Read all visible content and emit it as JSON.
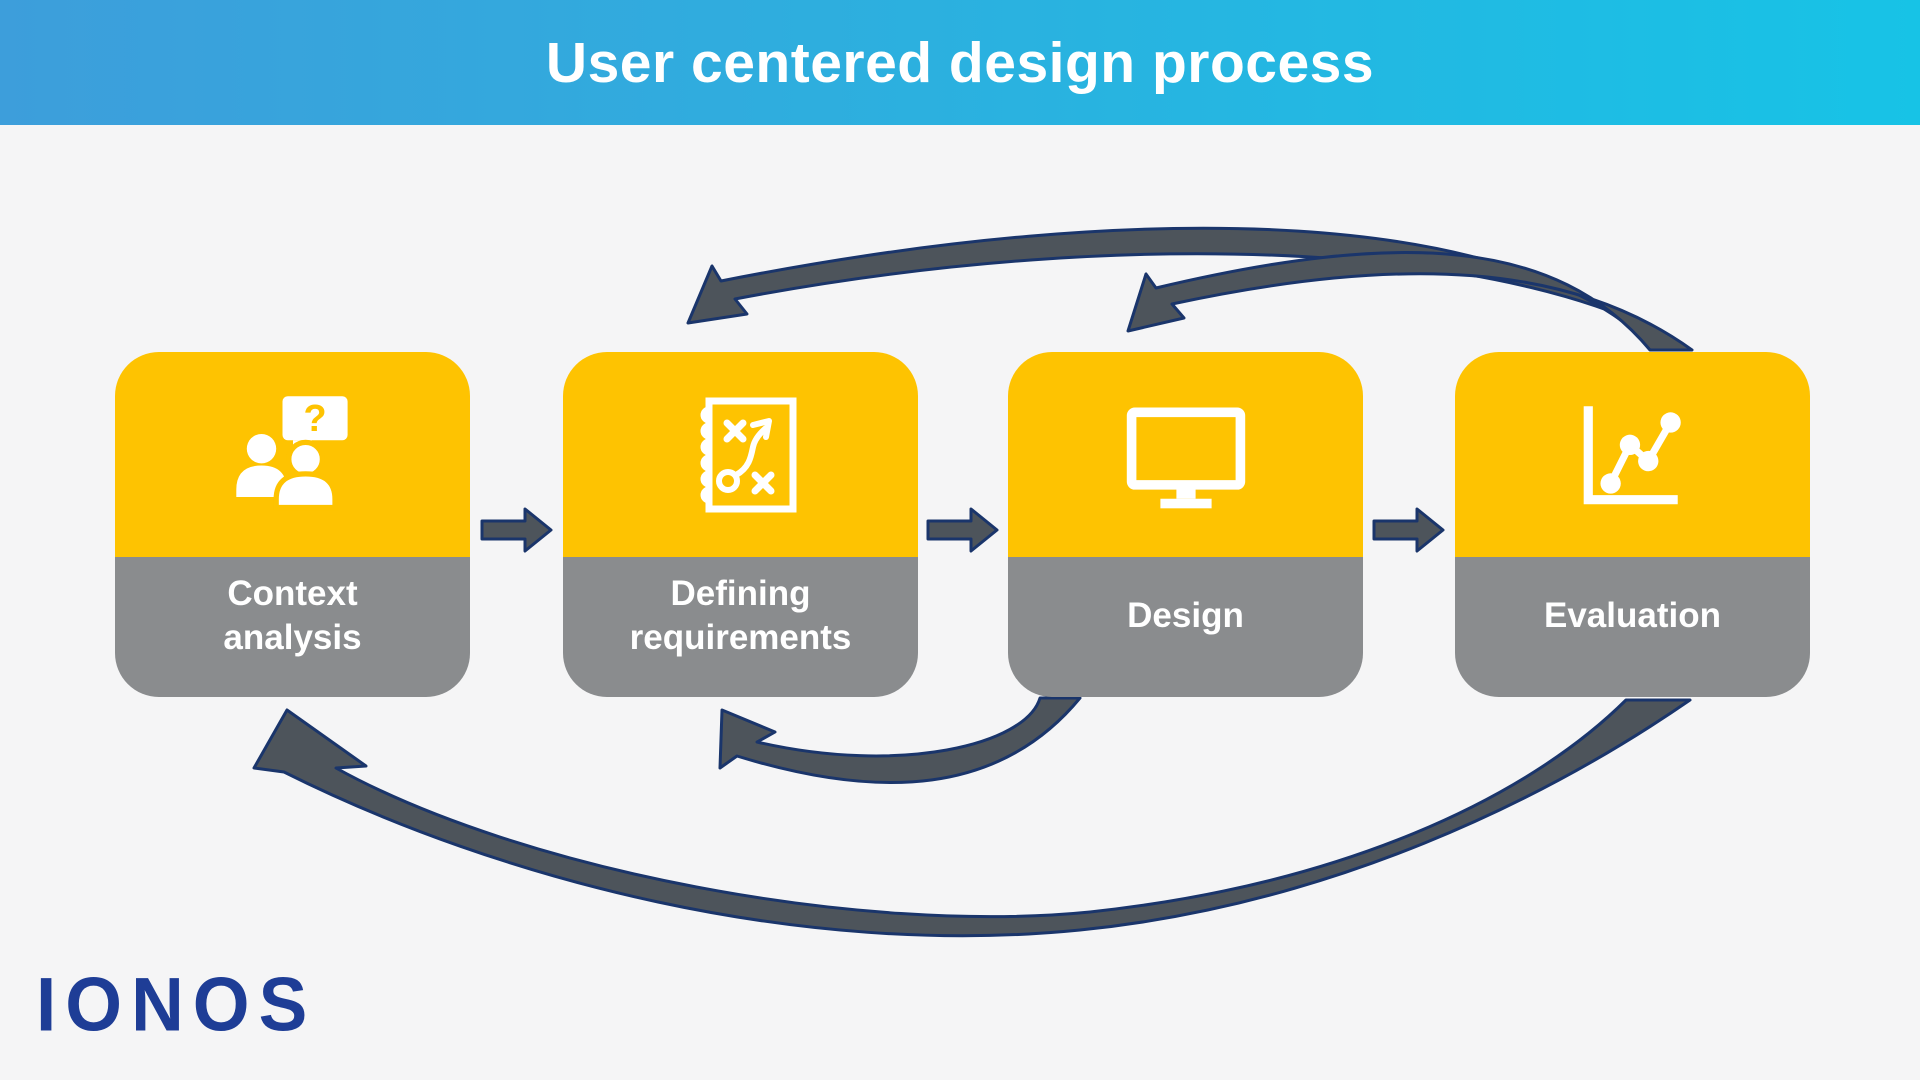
{
  "title": "User centered design process",
  "stages": [
    {
      "label_lines": [
        "Context",
        "analysis"
      ],
      "icon": "people-question-icon"
    },
    {
      "label_lines": [
        "Defining",
        "requirements"
      ],
      "icon": "strategy-notebook-icon"
    },
    {
      "label_lines": [
        "Design"
      ],
      "icon": "monitor-icon"
    },
    {
      "label_lines": [
        "Evaluation"
      ],
      "icon": "line-chart-icon"
    }
  ],
  "icons": {
    "question_mark": "?"
  },
  "connections": {
    "forward": [
      "Context analysis → Defining requirements",
      "Defining requirements → Design",
      "Design → Evaluation"
    ],
    "feedback": [
      "Evaluation → Defining requirements",
      "Evaluation → Design",
      "Design → Defining requirements",
      "Evaluation → Context analysis"
    ]
  },
  "logo": {
    "text": "IONOS"
  },
  "colors": {
    "header_gradient_start": "#3d9edb",
    "header_gradient_end": "#17c3e6",
    "stage_yellow": "#fec301",
    "stage_gray": "#8a8c8e",
    "arrow_fill": "#4d545b",
    "arrow_outline": "#1a356b",
    "background": "#f5f5f6",
    "logo_blue": "#1e3d96",
    "text_white": "#ffffff"
  }
}
